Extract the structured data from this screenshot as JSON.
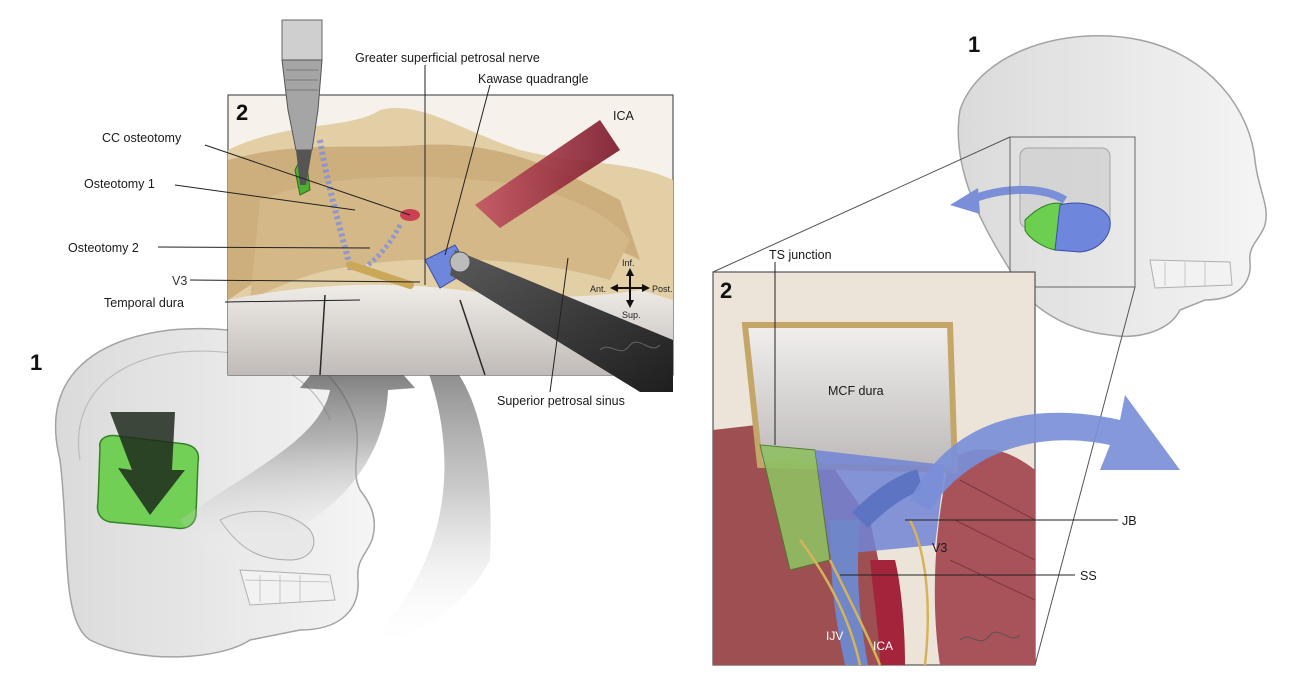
{
  "left_panel": {
    "inset_number": "2",
    "head_number": "1",
    "labels": {
      "gspn": "Greater superficial petrosal nerve",
      "kawase": "Kawase quadrangle",
      "ica": "ICA",
      "cc_osteotomy": "CC osteotomy",
      "osteotomy1": "Osteotomy 1",
      "osteotomy2": "Osteotomy 2",
      "v3": "V3",
      "temporal_dura": "Temporal dura",
      "superior_petrosal_sinus": "Superior petrosal sinus"
    },
    "compass": {
      "inf": "Inf.",
      "ant": "Ant.",
      "post": "Post.",
      "sup": "Sup."
    }
  },
  "right_panel": {
    "inset_number": "2",
    "head_number": "1",
    "labels": {
      "ts_junction": "TS junction",
      "mcf_dura": "MCF dura",
      "jb": "JB",
      "ss": "SS",
      "v3": "V3",
      "ijv": "IJV",
      "ica": "ICA"
    }
  },
  "colors": {
    "bone": "#d9bf8f",
    "green_region": "#6ccf4f",
    "blue_region": "#6f86dd",
    "arrow_blue": "#7a8fd8",
    "ica_red": "#a3243b",
    "muscle": "#a8525a"
  }
}
